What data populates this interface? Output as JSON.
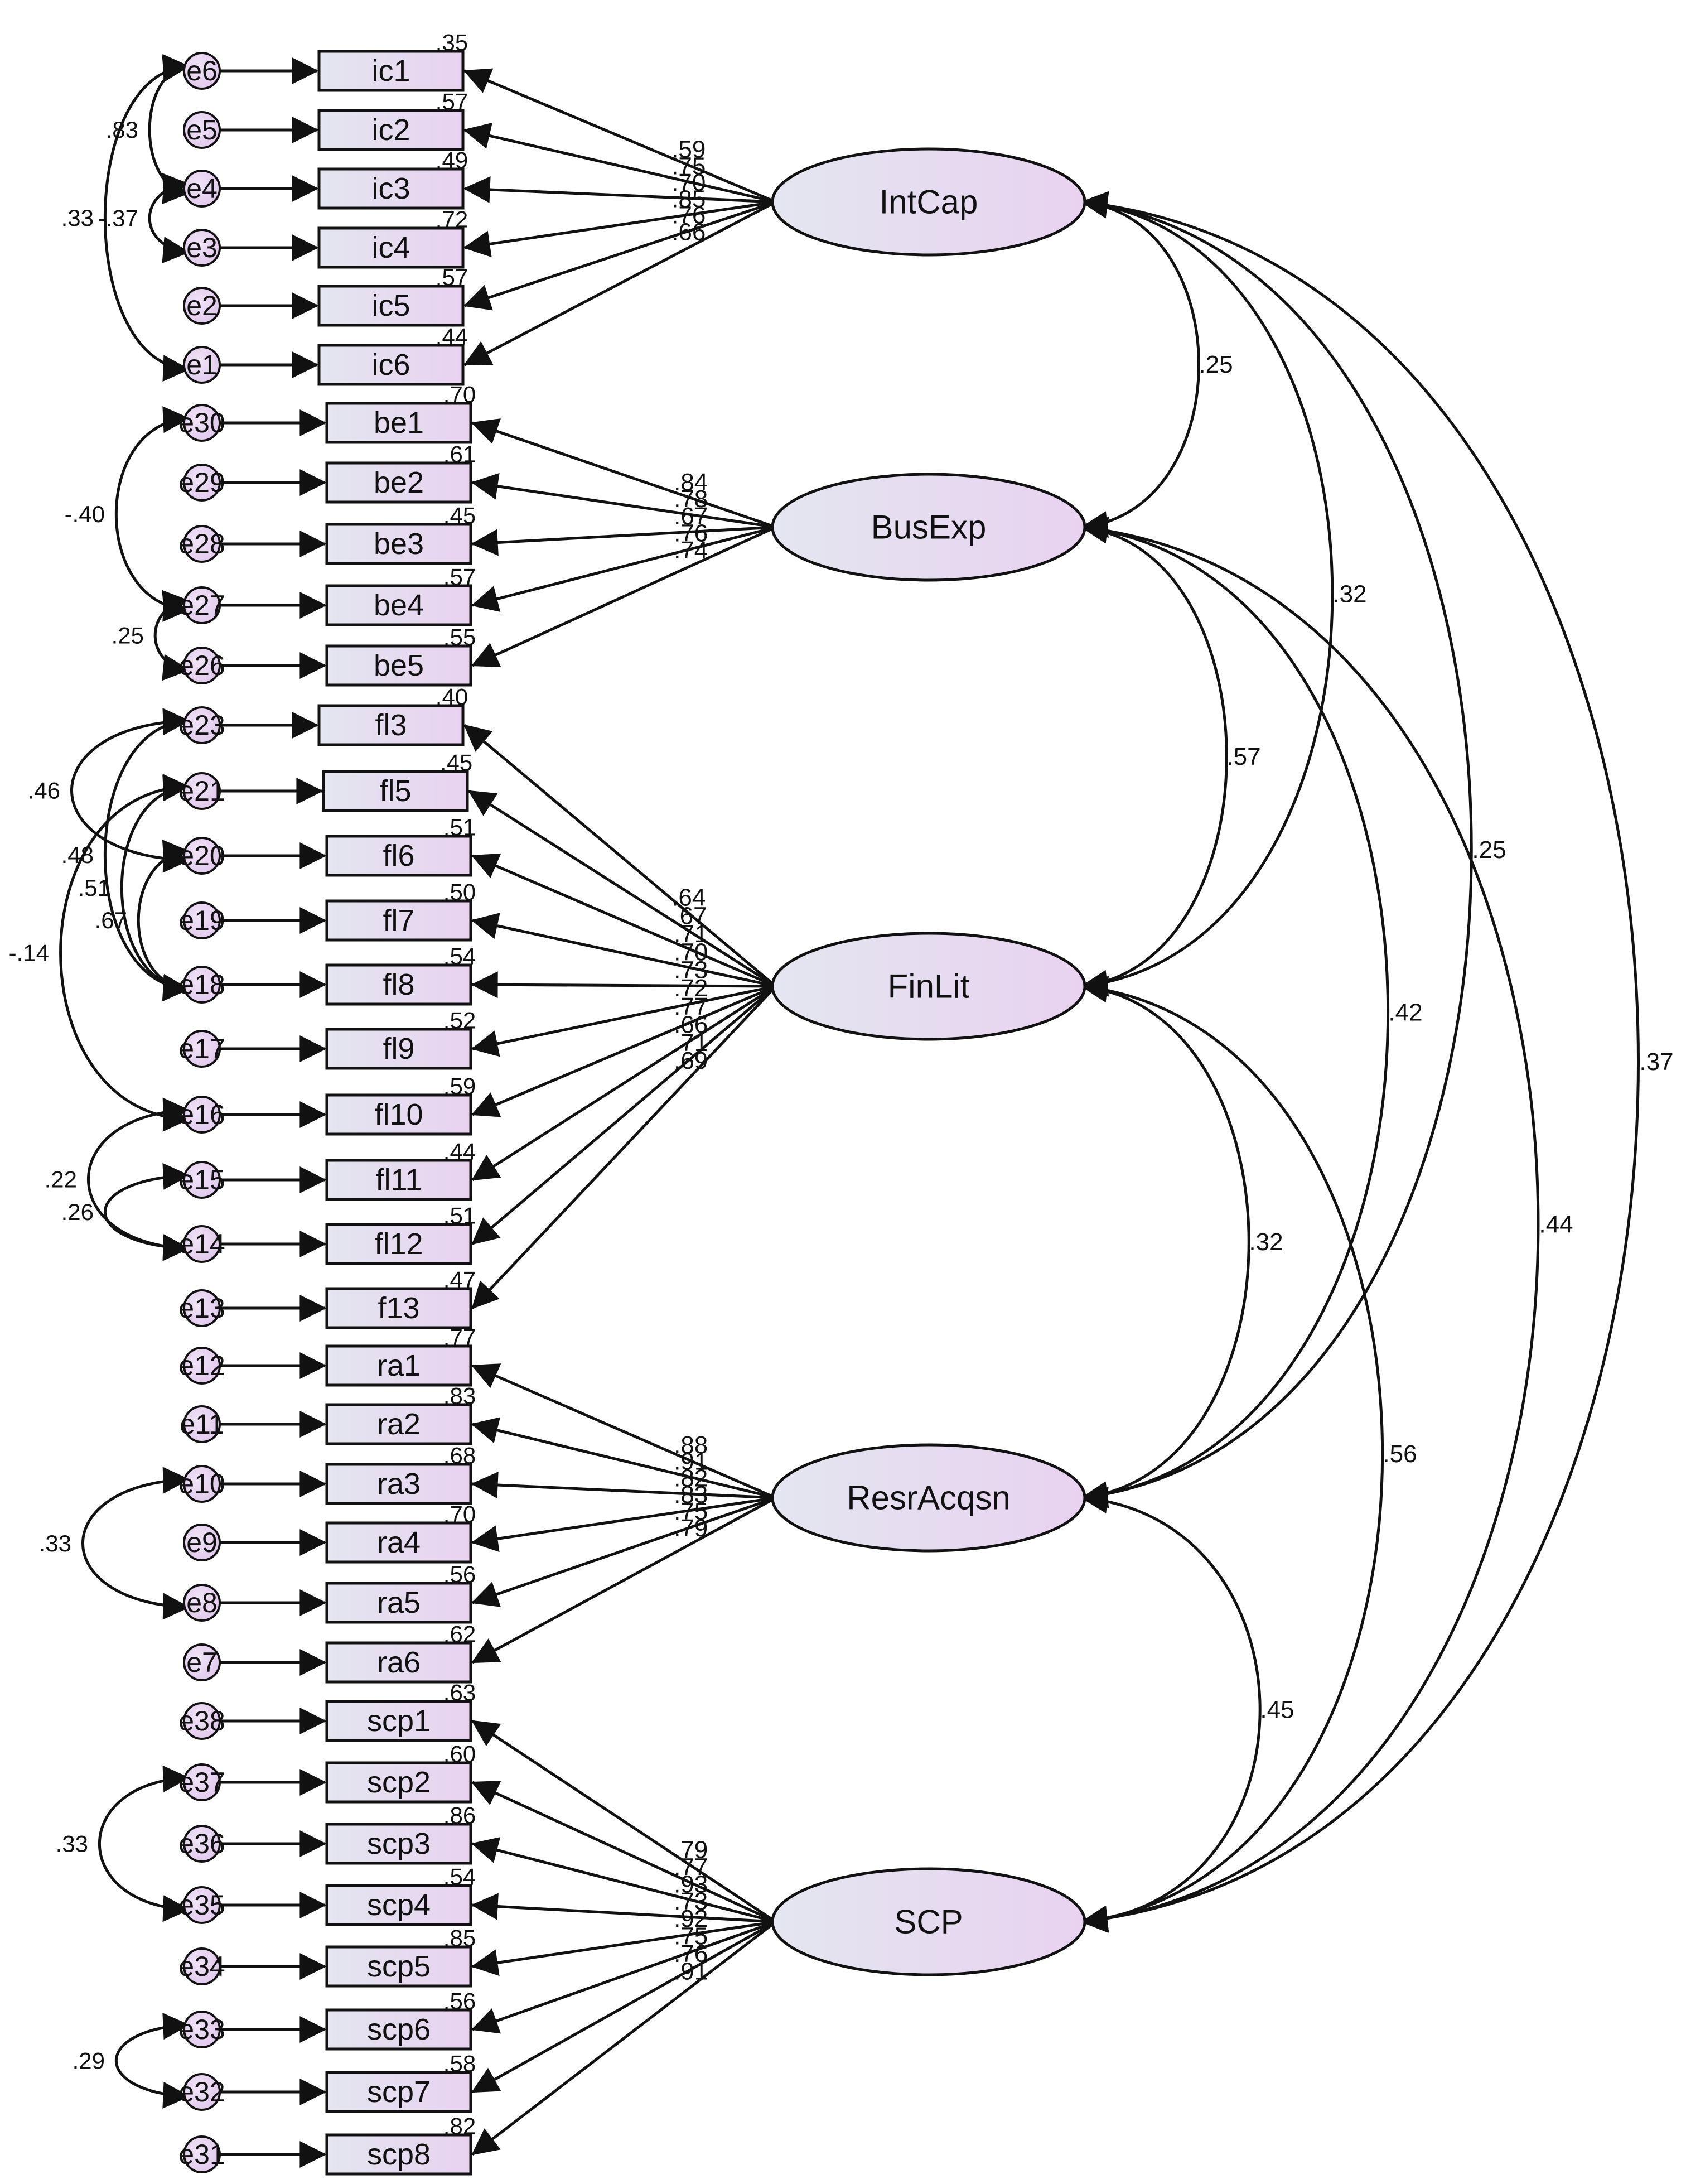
{
  "latents": [
    {
      "id": "IntCap",
      "label": "IntCap"
    },
    {
      "id": "BusExp",
      "label": "BusExp"
    },
    {
      "id": "FinLit",
      "label": "FinLit"
    },
    {
      "id": "ResrAcqsn",
      "label": "ResrAcqsn"
    },
    {
      "id": "SCP",
      "label": "SCP"
    }
  ],
  "indicators": [
    {
      "label": "ic1",
      "error": "e6",
      "latent": "IntCap",
      "loading": ".59",
      "r2": ".35"
    },
    {
      "label": "ic2",
      "error": "e5",
      "latent": "IntCap",
      "loading": ".75",
      "r2": ".57"
    },
    {
      "label": "ic3",
      "error": "e4",
      "latent": "IntCap",
      "loading": ".70",
      "r2": ".49"
    },
    {
      "label": "ic4",
      "error": "e3",
      "latent": "IntCap",
      "loading": ".85",
      "r2": ".72"
    },
    {
      "label": "ic5",
      "error": "e2",
      "latent": "IntCap",
      "loading": ".76",
      "r2": ".57"
    },
    {
      "label": "ic6",
      "error": "e1",
      "latent": "IntCap",
      "loading": ".66",
      "r2": ".44"
    },
    {
      "label": "be1",
      "error": "e30",
      "latent": "BusExp",
      "loading": ".84",
      "r2": ".70"
    },
    {
      "label": "be2",
      "error": "e29",
      "latent": "BusExp",
      "loading": ".78",
      "r2": ".61"
    },
    {
      "label": "be3",
      "error": "e28",
      "latent": "BusExp",
      "loading": ".67",
      "r2": ".45"
    },
    {
      "label": "be4",
      "error": "e27",
      "latent": "BusExp",
      "loading": ".76",
      "r2": ".57"
    },
    {
      "label": "be5",
      "error": "e26",
      "latent": "BusExp",
      "loading": ".74",
      "r2": ".55"
    },
    {
      "label": "fl3",
      "error": "e23",
      "latent": "FinLit",
      "loading": ".64",
      "r2": ".40"
    },
    {
      "label": "fl5",
      "error": "e21",
      "latent": "FinLit",
      "loading": ".67",
      "r2": ".45"
    },
    {
      "label": "fl6",
      "error": "e20",
      "latent": "FinLit",
      "loading": ".71",
      "r2": ".51"
    },
    {
      "label": "fl7",
      "error": "e19",
      "latent": "FinLit",
      "loading": ".70",
      "r2": ".50"
    },
    {
      "label": "fl8",
      "error": "e18",
      "latent": "FinLit",
      "loading": ".73",
      "r2": ".54"
    },
    {
      "label": "fl9",
      "error": "e17",
      "latent": "FinLit",
      "loading": ".72",
      "r2": ".52"
    },
    {
      "label": "fl10",
      "error": "e16",
      "latent": "FinLit",
      "loading": ".77",
      "r2": ".59"
    },
    {
      "label": "fl11",
      "error": "e15",
      "latent": "FinLit",
      "loading": ".66",
      "r2": ".44"
    },
    {
      "label": "fl12",
      "error": "e14",
      "latent": "FinLit",
      "loading": ".71",
      "r2": ".51"
    },
    {
      "label": "f13",
      "error": "e13",
      "latent": "FinLit",
      "loading": ".69",
      "r2": ".47"
    },
    {
      "label": "ra1",
      "error": "e12",
      "latent": "ResrAcqsn",
      "loading": ".88",
      "r2": ".77"
    },
    {
      "label": "ra2",
      "error": "e11",
      "latent": "ResrAcqsn",
      "loading": ".91",
      "r2": ".83"
    },
    {
      "label": "ra3",
      "error": "e10",
      "latent": "ResrAcqsn",
      "loading": ".82",
      "r2": ".68"
    },
    {
      "label": "ra4",
      "error": "e9",
      "latent": "ResrAcqsn",
      "loading": ".83",
      "r2": ".70"
    },
    {
      "label": "ra5",
      "error": "e8",
      "latent": "ResrAcqsn",
      "loading": ".75",
      "r2": ".56"
    },
    {
      "label": "ra6",
      "error": "e7",
      "latent": "ResrAcqsn",
      "loading": ".79",
      "r2": ".62"
    },
    {
      "label": "scp1",
      "error": "e38",
      "latent": "SCP",
      "loading": ".79",
      "r2": ".63"
    },
    {
      "label": "scp2",
      "error": "e37",
      "latent": "SCP",
      "loading": ".77",
      "r2": ".60"
    },
    {
      "label": "scp3",
      "error": "e36",
      "latent": "SCP",
      "loading": ".93",
      "r2": ".86"
    },
    {
      "label": "scp4",
      "error": "e35",
      "latent": "SCP",
      "loading": ".73",
      "r2": ".54"
    },
    {
      "label": "scp5",
      "error": "e34",
      "latent": "SCP",
      "loading": ".92",
      "r2": ".85"
    },
    {
      "label": "scp6",
      "error": "e33",
      "latent": "SCP",
      "loading": ".75",
      "r2": ".56"
    },
    {
      "label": "scp7",
      "error": "e32",
      "latent": "SCP",
      "loading": ".76",
      "r2": ".58"
    },
    {
      "label": "scp8",
      "error": "e31",
      "latent": "SCP",
      "loading": ".91",
      "r2": ".82"
    }
  ],
  "last_r2": [
    {
      "indicator": "scp8",
      "value": ".82"
    }
  ],
  "latent_correlations": [
    {
      "from": "IntCap",
      "to": "BusExp",
      "value": ".25"
    },
    {
      "from": "IntCap",
      "to": "FinLit",
      "value": ".32"
    },
    {
      "from": "IntCap",
      "to": "ResrAcqsn",
      "value": ".25"
    },
    {
      "from": "IntCap",
      "to": "SCP",
      "value": ".37"
    },
    {
      "from": "BusExp",
      "to": "FinLit",
      "value": ".57"
    },
    {
      "from": "BusExp",
      "to": "ResrAcqsn",
      "value": ".42"
    },
    {
      "from": "BusExp",
      "to": "SCP",
      "value": ".44"
    },
    {
      "from": "FinLit",
      "to": "ResrAcqsn",
      "value": ".32"
    },
    {
      "from": "FinLit",
      "to": "SCP",
      "value": ".56"
    },
    {
      "from": "ResrAcqsn",
      "to": "SCP",
      "value": ".45"
    }
  ],
  "error_covariances": [
    {
      "from": "e6",
      "to": "e4",
      "value": ".83"
    },
    {
      "from": "e6",
      "to": "e1",
      "value": ".33"
    },
    {
      "from": "e4",
      "to": "e3",
      "value": "-.37"
    },
    {
      "from": "e30",
      "to": "e27",
      "value": "-.40"
    },
    {
      "from": "e27",
      "to": "e26",
      "value": ".25"
    },
    {
      "from": "e23",
      "to": "e18",
      "value": ".48"
    },
    {
      "from": "e23",
      "to": "e20",
      "value": ".46"
    },
    {
      "from": "e21",
      "to": "e18",
      "value": ".51"
    },
    {
      "from": "e20",
      "to": "e18",
      "value": ".67"
    },
    {
      "from": "e21",
      "to": "e16",
      "value": "-.14"
    },
    {
      "from": "e16",
      "to": "e14",
      "value": ".22"
    },
    {
      "from": "e15",
      "to": "e14",
      "value": ".26"
    },
    {
      "from": "e10",
      "to": "e8",
      "value": ".33"
    },
    {
      "from": "e37",
      "to": "e35",
      "value": ".33"
    },
    {
      "from": "e33",
      "to": "e32",
      "value": ".29"
    }
  ],
  "colors": {
    "fill_left": "#E4E6F0",
    "fill_right": "#E8D2F0",
    "stroke": "#111111"
  }
}
